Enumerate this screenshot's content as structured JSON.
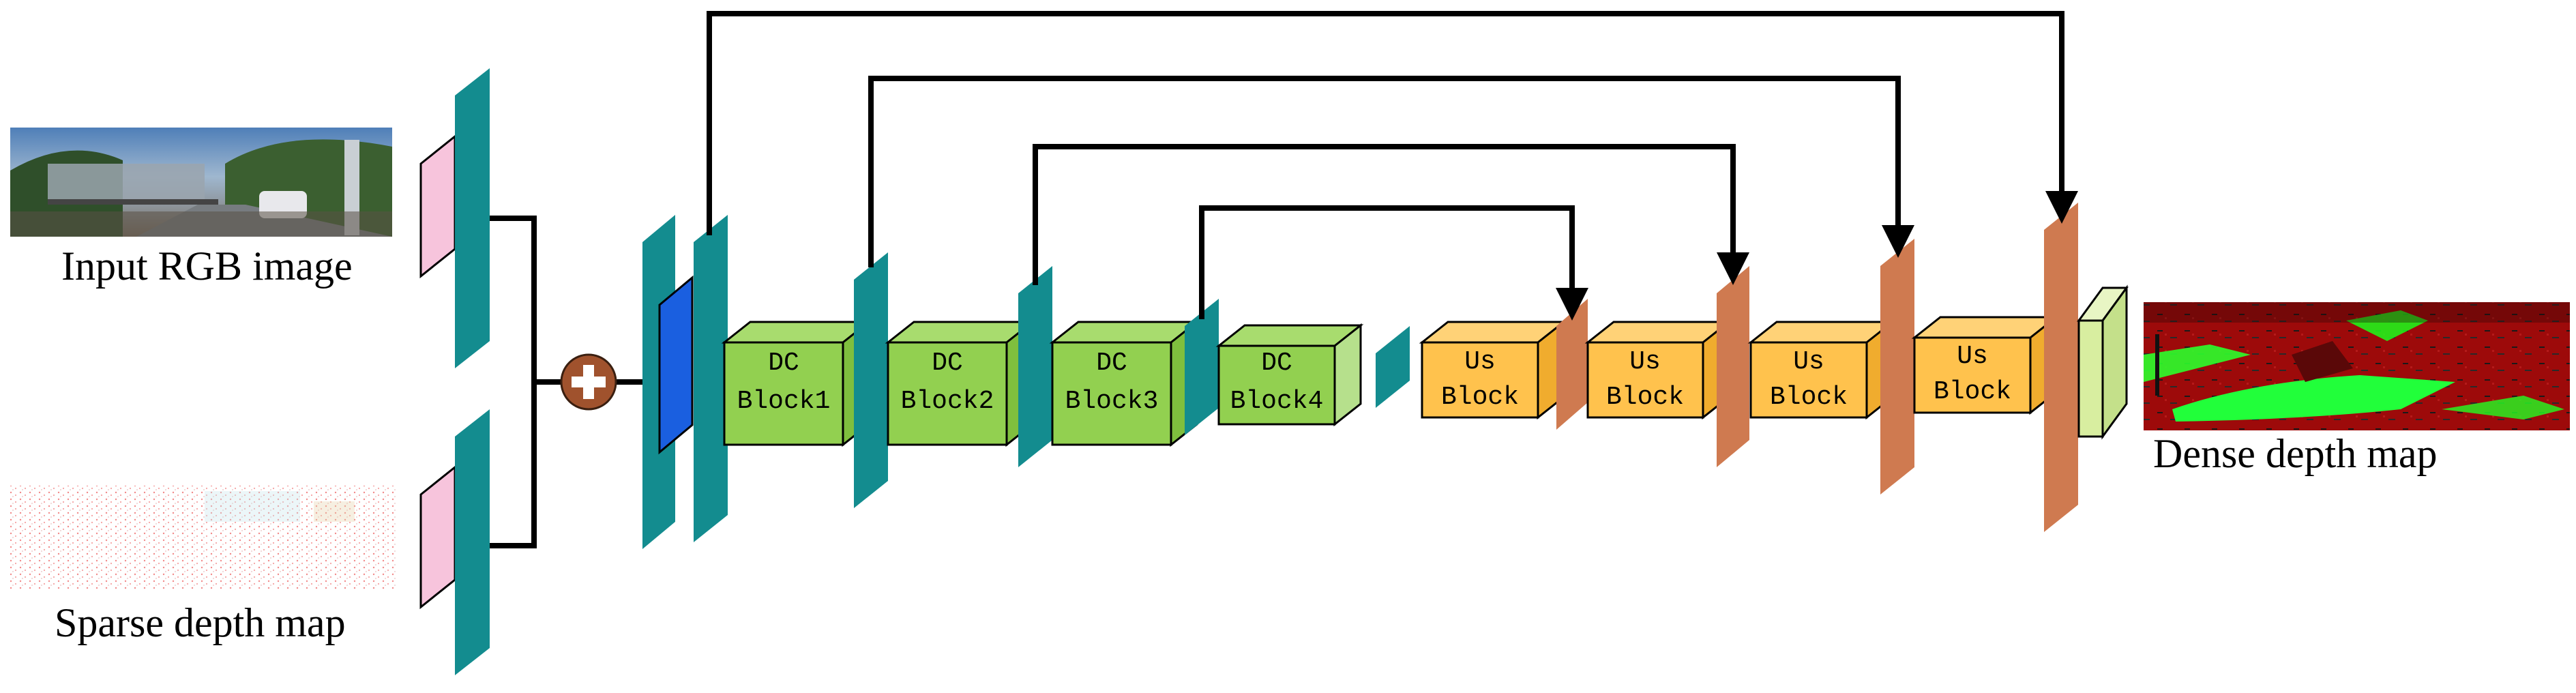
{
  "labels": {
    "input_rgb": "Input RGB image",
    "sparse_depth": "Sparse depth map",
    "dense_depth": "Dense depth map"
  },
  "dc_blocks": [
    {
      "line1": "DC",
      "line2": "Block1"
    },
    {
      "line1": "DC",
      "line2": "Block2"
    },
    {
      "line1": "DC",
      "line2": "Block3"
    },
    {
      "line1": "DC",
      "line2": "Block4"
    }
  ],
  "us_blocks": [
    {
      "line1": "Us",
      "line2": "Block"
    },
    {
      "line1": "Us",
      "line2": "Block"
    },
    {
      "line1": "Us",
      "line2": "Block"
    },
    {
      "line1": "Us",
      "line2": "Block"
    }
  ],
  "colors": {
    "teal_plane": "#138c8f",
    "pink_input": "#f7c4dc",
    "blue_conv": "#1a5fe0",
    "dc_block": "#92d050",
    "us_block": "#ffc24d",
    "orange_plane": "#cf7a50",
    "output_block": "#d8eea0",
    "add_node": "#a0522d",
    "connector": "#000000"
  },
  "icons": {
    "add_node": "plus-circle-icon",
    "skip_arrow": "arrow-down-icon"
  }
}
